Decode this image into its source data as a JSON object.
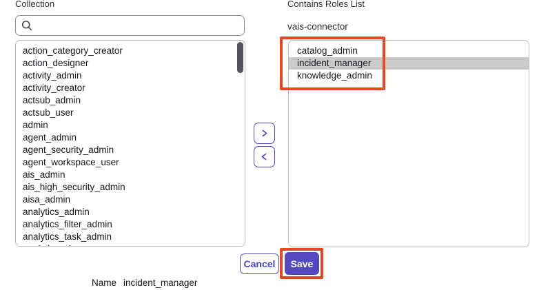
{
  "colors": {
    "accent": "#4a46b8",
    "save_bg": "#5349c0",
    "annotation": "#e8481d",
    "selected_row": "#cbcbcb",
    "scrollbar": "#54545f",
    "border": "#b9bcc3",
    "search_border": "#8e9099",
    "text": "#17171e",
    "label": "#2e3138"
  },
  "icons": {
    "search": "magnifier",
    "move_right": "chevron-right",
    "move_left": "chevron-left"
  },
  "collection": {
    "label": "Collection",
    "search": {
      "value": "",
      "placeholder": ""
    },
    "items": [
      "action_category_creator",
      "action_designer",
      "activity_admin",
      "activity_creator",
      "actsub_admin",
      "actsub_user",
      "admin",
      "agent_admin",
      "agent_security_admin",
      "agent_workspace_user",
      "ais_admin",
      "ais_high_security_admin",
      "aisa_admin",
      "analytics_admin",
      "analytics_filter_admin",
      "analytics_task_admin",
      "analytics_viewer"
    ]
  },
  "roles_list": {
    "label": "Contains Roles List",
    "group_name": "vais-connector",
    "items": [
      "catalog_admin",
      "incident_manager",
      "knowledge_admin"
    ],
    "selected_item": "incident_manager"
  },
  "footer": {
    "cancel_label": "Cancel",
    "save_label": "Save"
  },
  "name_row": {
    "label": "Name",
    "value": "incident_manager"
  }
}
